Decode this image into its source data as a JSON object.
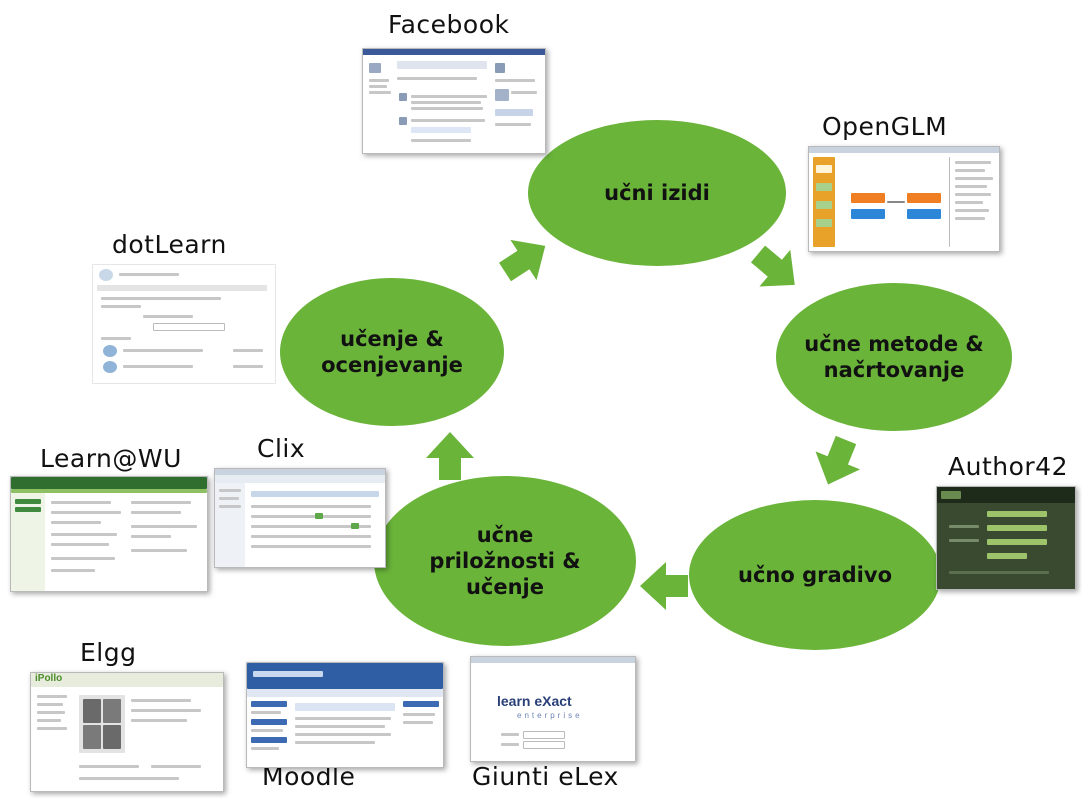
{
  "cycle": {
    "outcomes": "učni izidi",
    "methods": [
      "učne metode &",
      "načrtovanje"
    ],
    "material": "učno gradivo",
    "opportunities": [
      "učne",
      "priložnosti &",
      "učenje"
    ],
    "assessment": [
      "učenje &",
      "ocenjevanje"
    ]
  },
  "tools": {
    "facebook": "Facebook",
    "openglm": "OpenGLM",
    "dotlearn": "dotLearn",
    "author42": "Author42",
    "learnwu": "Learn@WU",
    "clix": "Clix",
    "elgg": "Elgg",
    "moodle": "Moodle",
    "giunti": "Giunti eLex"
  },
  "screenshot_text": {
    "learn_exact": "learn eXact",
    "enterprise": "enterprise",
    "elgg_logo": "iPollo"
  },
  "colors": {
    "circle": "#6ab43a",
    "arrow": "#6ab43a",
    "author42_bg": "#394a30"
  }
}
